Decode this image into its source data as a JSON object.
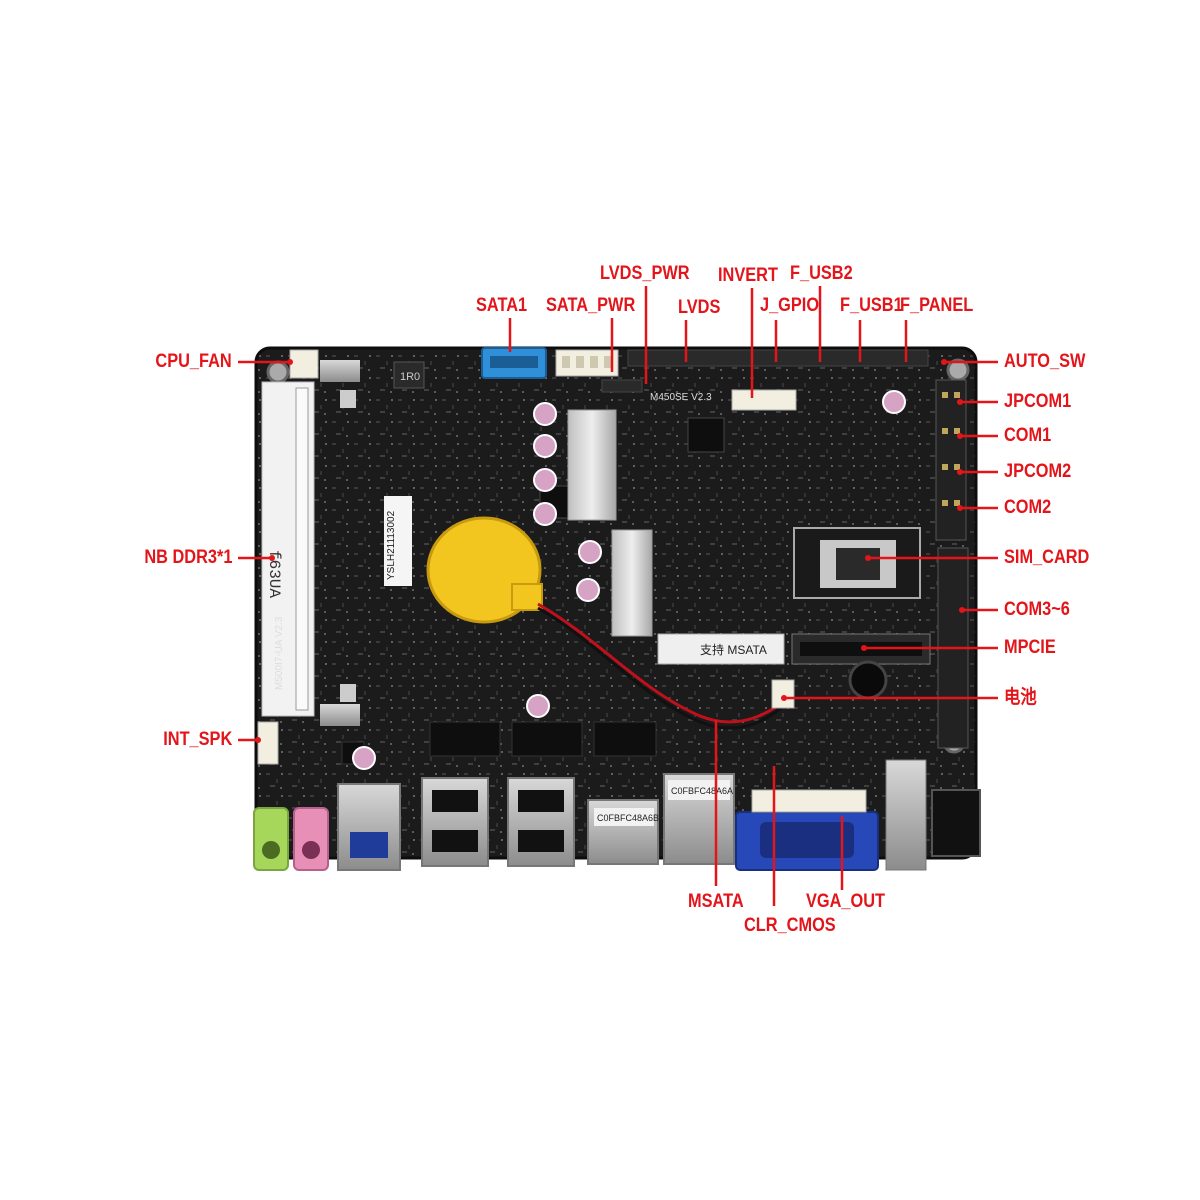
{
  "labels": {
    "cpu_fan": "CPU_FAN",
    "nb_ddr3": "NB DDR3*1",
    "int_spk": "INT_SPK",
    "sata1": "SATA1",
    "sata_pwr": "SATA_PWR",
    "lvds_pwr": "LVDS_PWR",
    "lvds": "LVDS",
    "invert": "INVERT",
    "j_gpio": "J_GPIO",
    "f_usb2": "F_USB2",
    "f_usb1": "F_USB1",
    "f_panel": "F_PANEL",
    "auto_sw": "AUTO_SW",
    "jpcom1": "JPCOM1",
    "com1": "COM1",
    "jpcom2": "JPCOM2",
    "com2": "COM2",
    "sim_card": "SIM_CARD",
    "com3_6": "COM3~6",
    "mpcie": "MPCIE",
    "battery": "电池",
    "msata": "MSATA",
    "clr_cmos": "CLR_CMOS",
    "vga_out": "VGA_OUT"
  },
  "silkscreen": {
    "model": "M450SE V2.3",
    "board_id": "M500I7-UA V2.3",
    "serial": "YSLH21113002",
    "ram_mark": "f63UA",
    "msata_slot": "支持 MSATA",
    "mac_label_1": "C0FBFC48A6B",
    "mac_label_2": "C0FBFC48A6A",
    "inductor": "1R0"
  },
  "colors": {
    "label": "#e3151a",
    "pcb": "#1c1c1c",
    "sata_port": "#2f8fd8",
    "vga_port": "#2748b8",
    "battery": "#f3c61f",
    "audio_green": "#a6d65a",
    "audio_pink": "#e88fb8"
  }
}
